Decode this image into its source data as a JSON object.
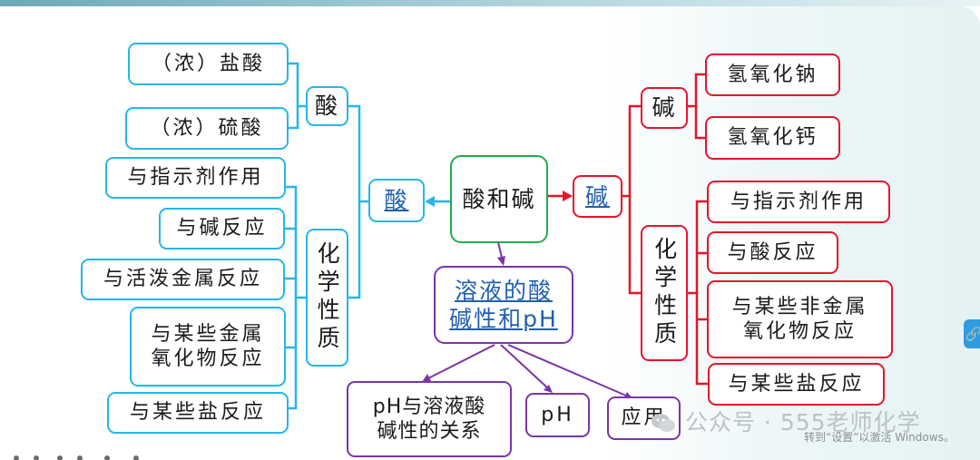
{
  "center": {
    "label": "酸和碱"
  },
  "acid": {
    "title": "酸",
    "group": "酸",
    "examples": [
      "（浓）盐酸",
      "（浓）硫酸"
    ],
    "props_label": "化学性质",
    "props": [
      "与指示剂作用",
      "与碱反应",
      "与活泼金属反应",
      "与某些金属\n氧化物反应",
      "与某些盐反应"
    ]
  },
  "base": {
    "title": "碱",
    "group": "碱",
    "examples": [
      "氢氧化钠",
      "氢氧化钙"
    ],
    "props_label": "化学性质",
    "props": [
      "与指示剂作用",
      "与酸反应",
      "与某些非金属\n氧化物反应",
      "与某些盐反应"
    ]
  },
  "solution": {
    "title": "溶液的酸碱性和pH",
    "children": [
      "pH与溶液酸\n碱性的关系",
      "pH",
      "应用"
    ]
  },
  "watermark": {
    "text": "公众号 · 555老师化学",
    "activate": "转到“设置”以激活 Windows。"
  },
  "colors": {
    "acid": "#27b6e8",
    "base": "#e3162a",
    "center": "#1fae4a",
    "solution": "#7b34a8"
  },
  "icons": [
    "chat-logo-icon",
    "link-icon"
  ]
}
